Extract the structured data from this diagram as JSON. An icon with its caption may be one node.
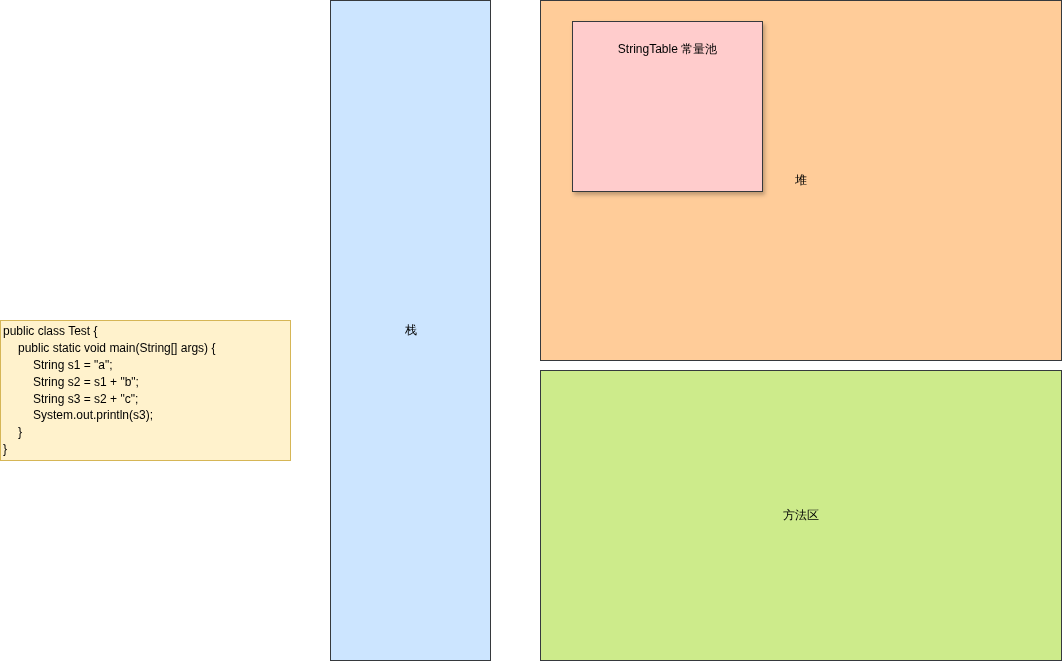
{
  "diagram": {
    "nodes": [
      {
        "text": [
          "public class Test {",
          "public static void main(String[] args) {",
          "String s1 = \"a\";",
          "String s2 = s1 + \"b\";",
          "String s3 = s2 + \"c\";",
          "System.out.println(s3);",
          "}",
          "}"
        ]
      },
      {
        "text": [
          "栈"
        ]
      },
      {
        "text": [
          "堆"
        ]
      },
      {
        "text": [
          "StringTable 常量池"
        ],
        "in": 2
      },
      {
        "text": [
          "方法区"
        ]
      }
    ],
    "edges": []
  }
}
